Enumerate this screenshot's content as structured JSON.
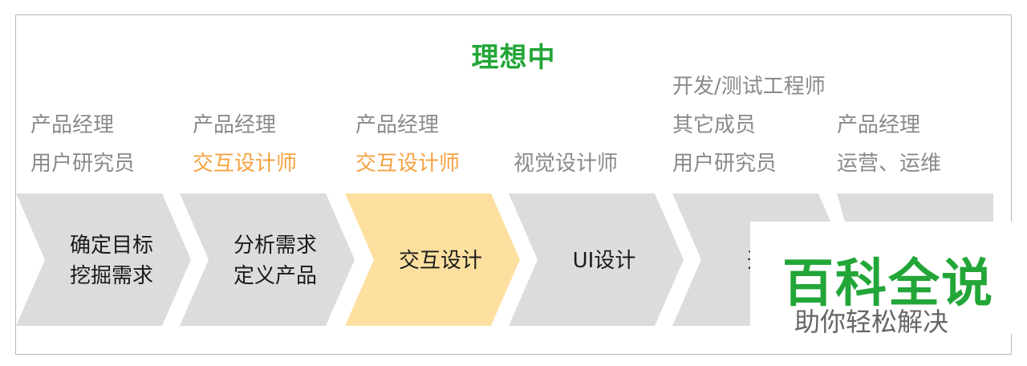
{
  "title": "理想中",
  "colors": {
    "title": "#23a638",
    "role_default": "#8a8a8a",
    "role_highlight": "#f5a240",
    "step_default": "#dcdcdc",
    "step_highlight": "#fde0a0",
    "watermark_main": "#23a638",
    "watermark_sub": "#666666"
  },
  "columns": [
    {
      "roles": [
        "产品经理",
        "用户研究员"
      ],
      "highlight_roles": [],
      "step": "确定目标\n挖掘需求",
      "step_highlight": false
    },
    {
      "roles": [
        "产品经理",
        "交互设计师"
      ],
      "highlight_roles": [
        1
      ],
      "step": "分析需求\n定义产品",
      "step_highlight": false
    },
    {
      "roles": [
        "产品经理",
        "交互设计师"
      ],
      "highlight_roles": [
        1
      ],
      "step": "交互设计",
      "step_highlight": true
    },
    {
      "roles": [
        "视觉设计师"
      ],
      "highlight_roles": [],
      "step": "UI设计",
      "step_highlight": false
    },
    {
      "roles": [
        "开发/测试工程师",
        "其它成员",
        "用户研究员"
      ],
      "highlight_roles": [],
      "step": "开发",
      "step_highlight": false
    },
    {
      "roles": [
        "产品经理",
        "运营、运维"
      ],
      "highlight_roles": [],
      "step": "",
      "step_highlight": false
    }
  ],
  "watermark": {
    "main": "百科全说",
    "sub": "助你轻松解决"
  }
}
